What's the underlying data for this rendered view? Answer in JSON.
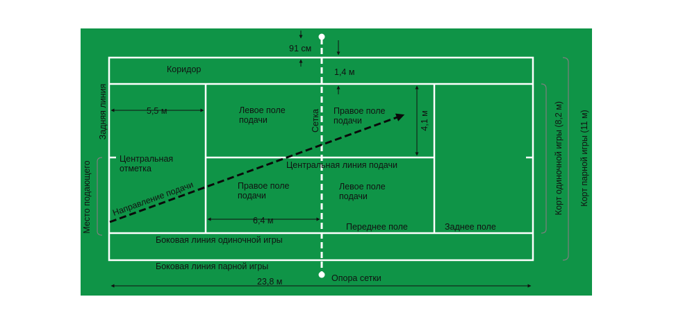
{
  "colors": {
    "court": "#0f9447",
    "lines": "#ffffff",
    "text": "#111111",
    "arrow": "#0a0a0a",
    "bracket": "#7f7f7f"
  },
  "labels": {
    "net_height": "91 см",
    "corridor": "Коридор",
    "corridor_width": "1,4 м",
    "baseline": "Задняя линия",
    "dist_5_5": "5,5 м",
    "left_service_box": [
      "Левое поле",
      "подачи"
    ],
    "net": "Сетка",
    "right_service_box_top": [
      "Правое поле",
      "подачи"
    ],
    "dist_4_1": "4,1 м",
    "center_mark": [
      "Центральная",
      "отметка"
    ],
    "center_service_line": "Центральная линия подачи",
    "serve_direction": "Направление подачи",
    "right_service_box": [
      "Правое поле",
      "подачи"
    ],
    "left_service_box_bottom": [
      "Левое поле",
      "подачи"
    ],
    "server_place": "Место подающего",
    "dist_6_4": "6,4 м",
    "front_court": "Переднее поле",
    "back_court": "Заднее поле",
    "singles_sideline": "Боковая линия одиночной игры",
    "doubles_sideline": "Боковая линия парной игры",
    "court_length": "23,8 м",
    "net_post": "Опора сетки",
    "singles_width": "Корт одиночной игры (8,2 м)",
    "doubles_width": "Корт парной игры (11 м)"
  }
}
